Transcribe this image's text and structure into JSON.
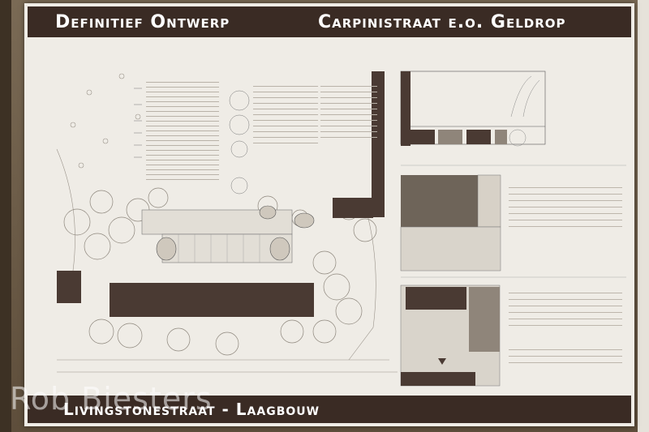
{
  "poster": {
    "title_left": "Definitief Ontwerp",
    "title_right": "Carpinistraat e.o. Geldrop",
    "subtitle_bottom": "Livingstonestraat - Laagbouw"
  },
  "watermark": "Rob Biesters",
  "colors": {
    "band": "#3a2b24",
    "paper": "#efece6",
    "building": "#4a3a33",
    "wall": "#6b5a44"
  }
}
